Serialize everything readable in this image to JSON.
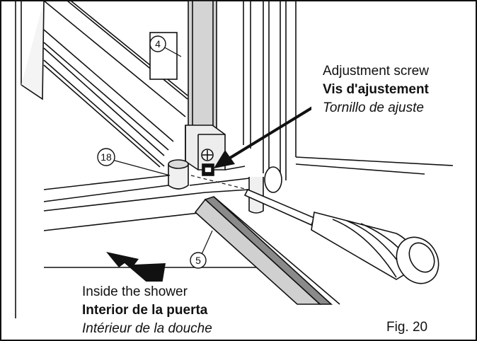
{
  "figure_label": "Fig. 20",
  "callouts": {
    "part_4": "4",
    "part_18": "18",
    "part_5": "5"
  },
  "adjustment_label": {
    "english": "Adjustment screw",
    "spanish": "Vis d'ajustement",
    "french": "Tornillo de ajuste"
  },
  "inside_label": {
    "english": "Inside the shower",
    "spanish": "Interior de la puerta",
    "french": "Intérieur de la douche"
  },
  "colors": {
    "line": "#111111",
    "panel_gray": "#d0d0d0",
    "light_gray": "#e6e6e6",
    "dark_gray": "#8a8a8a",
    "background": "#ffffff"
  },
  "icons": [
    "screwdriver-icon",
    "direction-arrow-icon",
    "pointer-arrow-icon"
  ]
}
